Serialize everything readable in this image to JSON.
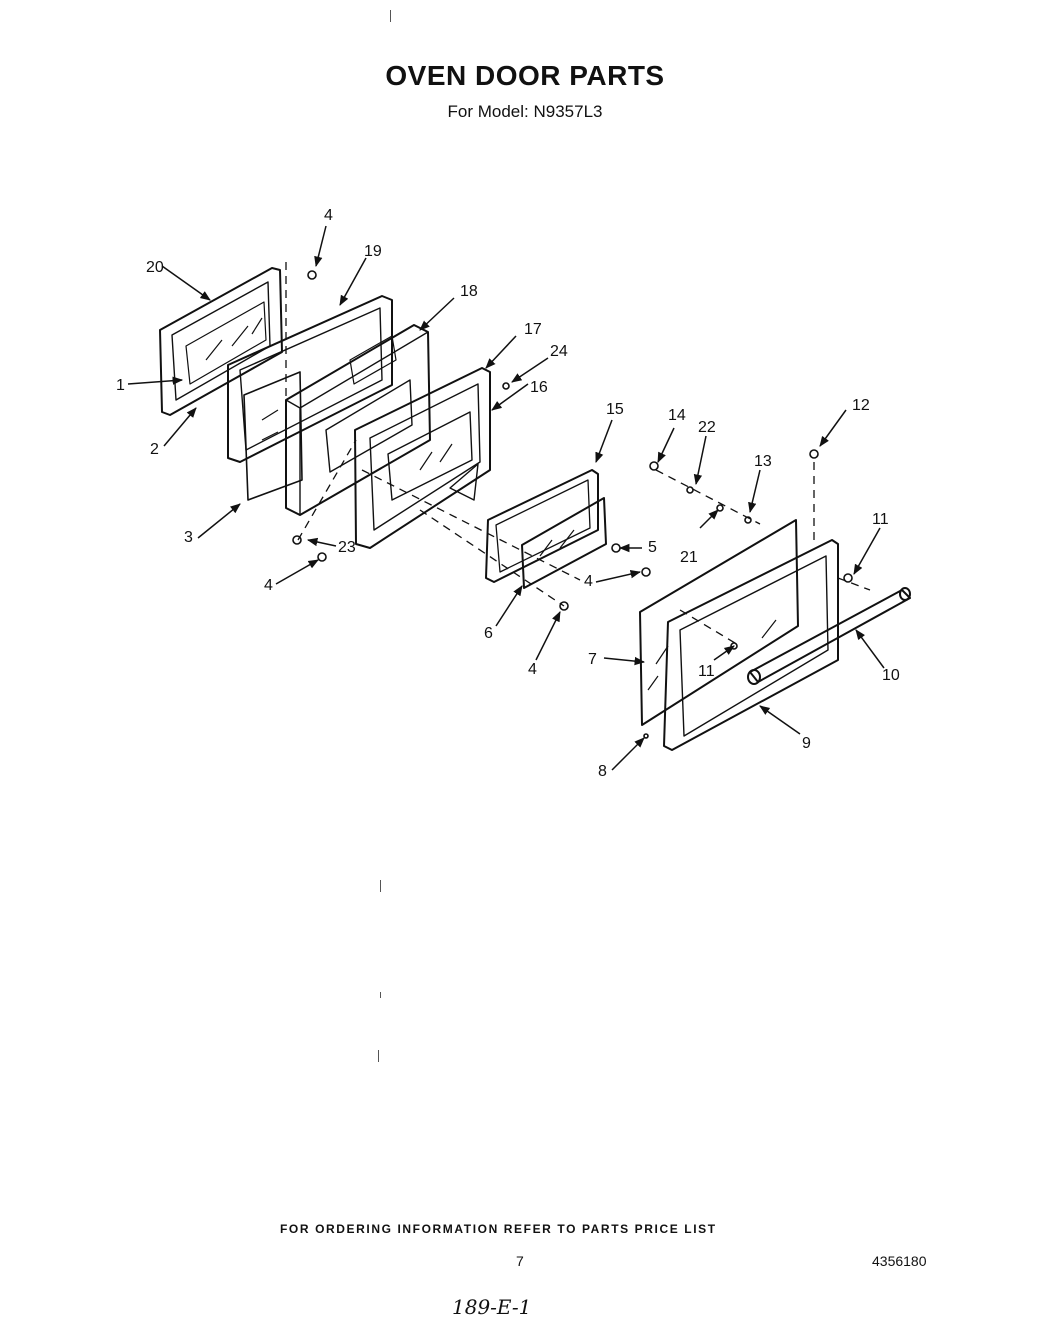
{
  "header": {
    "title": "OVEN DOOR PARTS",
    "subtitle": "For Model: N9357L3"
  },
  "diagram": {
    "labels": {
      "p1": "1",
      "p2": "2",
      "p3": "3",
      "p4a": "4",
      "p4b": "4",
      "p4c": "4",
      "p4d": "4",
      "p5": "5",
      "p6": "6",
      "p7": "7",
      "p8": "8",
      "p9": "9",
      "p10": "10",
      "p11a": "11",
      "p11b": "11",
      "p12": "12",
      "p13": "13",
      "p14": "14",
      "p15": "15",
      "p16": "16",
      "p17": "17",
      "p18": "18",
      "p19": "19",
      "p20": "20",
      "p21": "21",
      "p22": "22",
      "p23": "23",
      "p24": "24"
    }
  },
  "footer": {
    "ordering_note": "FOR ORDERING INFORMATION REFER TO PARTS PRICE LIST",
    "page_number": "7",
    "document_number": "4356180",
    "handwritten_note": "189-E-1"
  }
}
